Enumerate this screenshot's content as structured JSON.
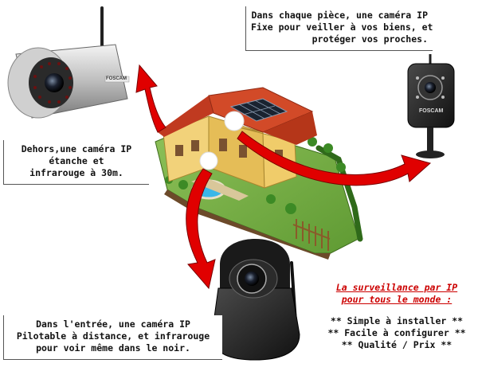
{
  "callouts": {
    "top_right": {
      "lines": [
        "Dans chaque pièce, une caméra IP",
        "Fixe pour veiller à vos biens, et",
        "protéger vos proches."
      ]
    },
    "left_middle": {
      "lines": [
        "Dehors,une caméra IP",
        "étanche et",
        "infrarouge à 30m."
      ]
    },
    "bottom_left": {
      "lines": [
        "Dans l'entrée, une caméra IP",
        "Pilotable à distance, et infrarouge",
        "pour voir même dans le noir."
      ]
    }
  },
  "promo": {
    "heading_lines": [
      "La surveillance par IP",
      "pour tous le monde :"
    ],
    "bullets": [
      "** Simple à installer **",
      "** Facile à configurer **",
      "** Qualité / Prix **"
    ]
  },
  "brand_label": "FOSCAM",
  "colors": {
    "arrow_red": "#e00000",
    "heading_red": "#cc0000"
  }
}
